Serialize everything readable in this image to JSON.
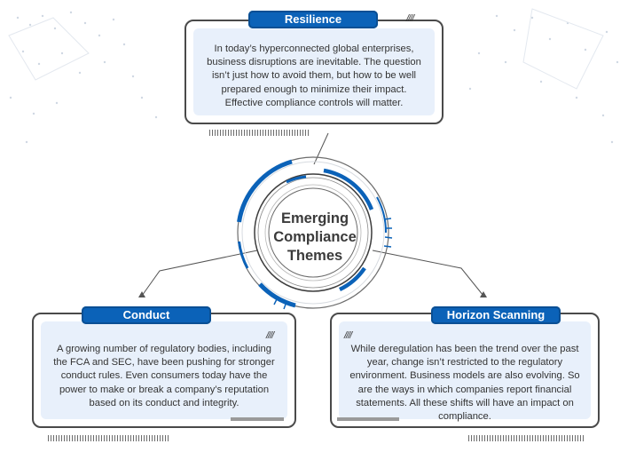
{
  "center": {
    "lines": [
      "Emerging",
      "Compliance",
      "Themes"
    ]
  },
  "cards": {
    "resilience": {
      "title": "Resilience",
      "text": "In today’s hyperconnected global enterprises, business disruptions are inevitable. The question isn’t just how to avoid them, but how to be well prepared enough to minimize their impact. Effective compliance controls will matter."
    },
    "conduct": {
      "title": "Conduct",
      "text": "A growing number of regulatory bodies, including the FCA and SEC, have been pushing for stronger conduct rules. Even consumers today have the power to make or break a company’s reputation based on its conduct and integrity."
    },
    "horizon": {
      "title": "Horizon Scanning",
      "text": "While deregulation has been the trend over the past year, change isn’t restricted to the regulatory environment. Business models are also evolving. So are the ways in which companies report financial statements. All these shifts will have an impact on compliance."
    }
  },
  "decor": {
    "hatch": "////"
  },
  "colors": {
    "accent": "#0b62b8",
    "panel": "#e8f0fb",
    "border": "#4a4a4a"
  }
}
